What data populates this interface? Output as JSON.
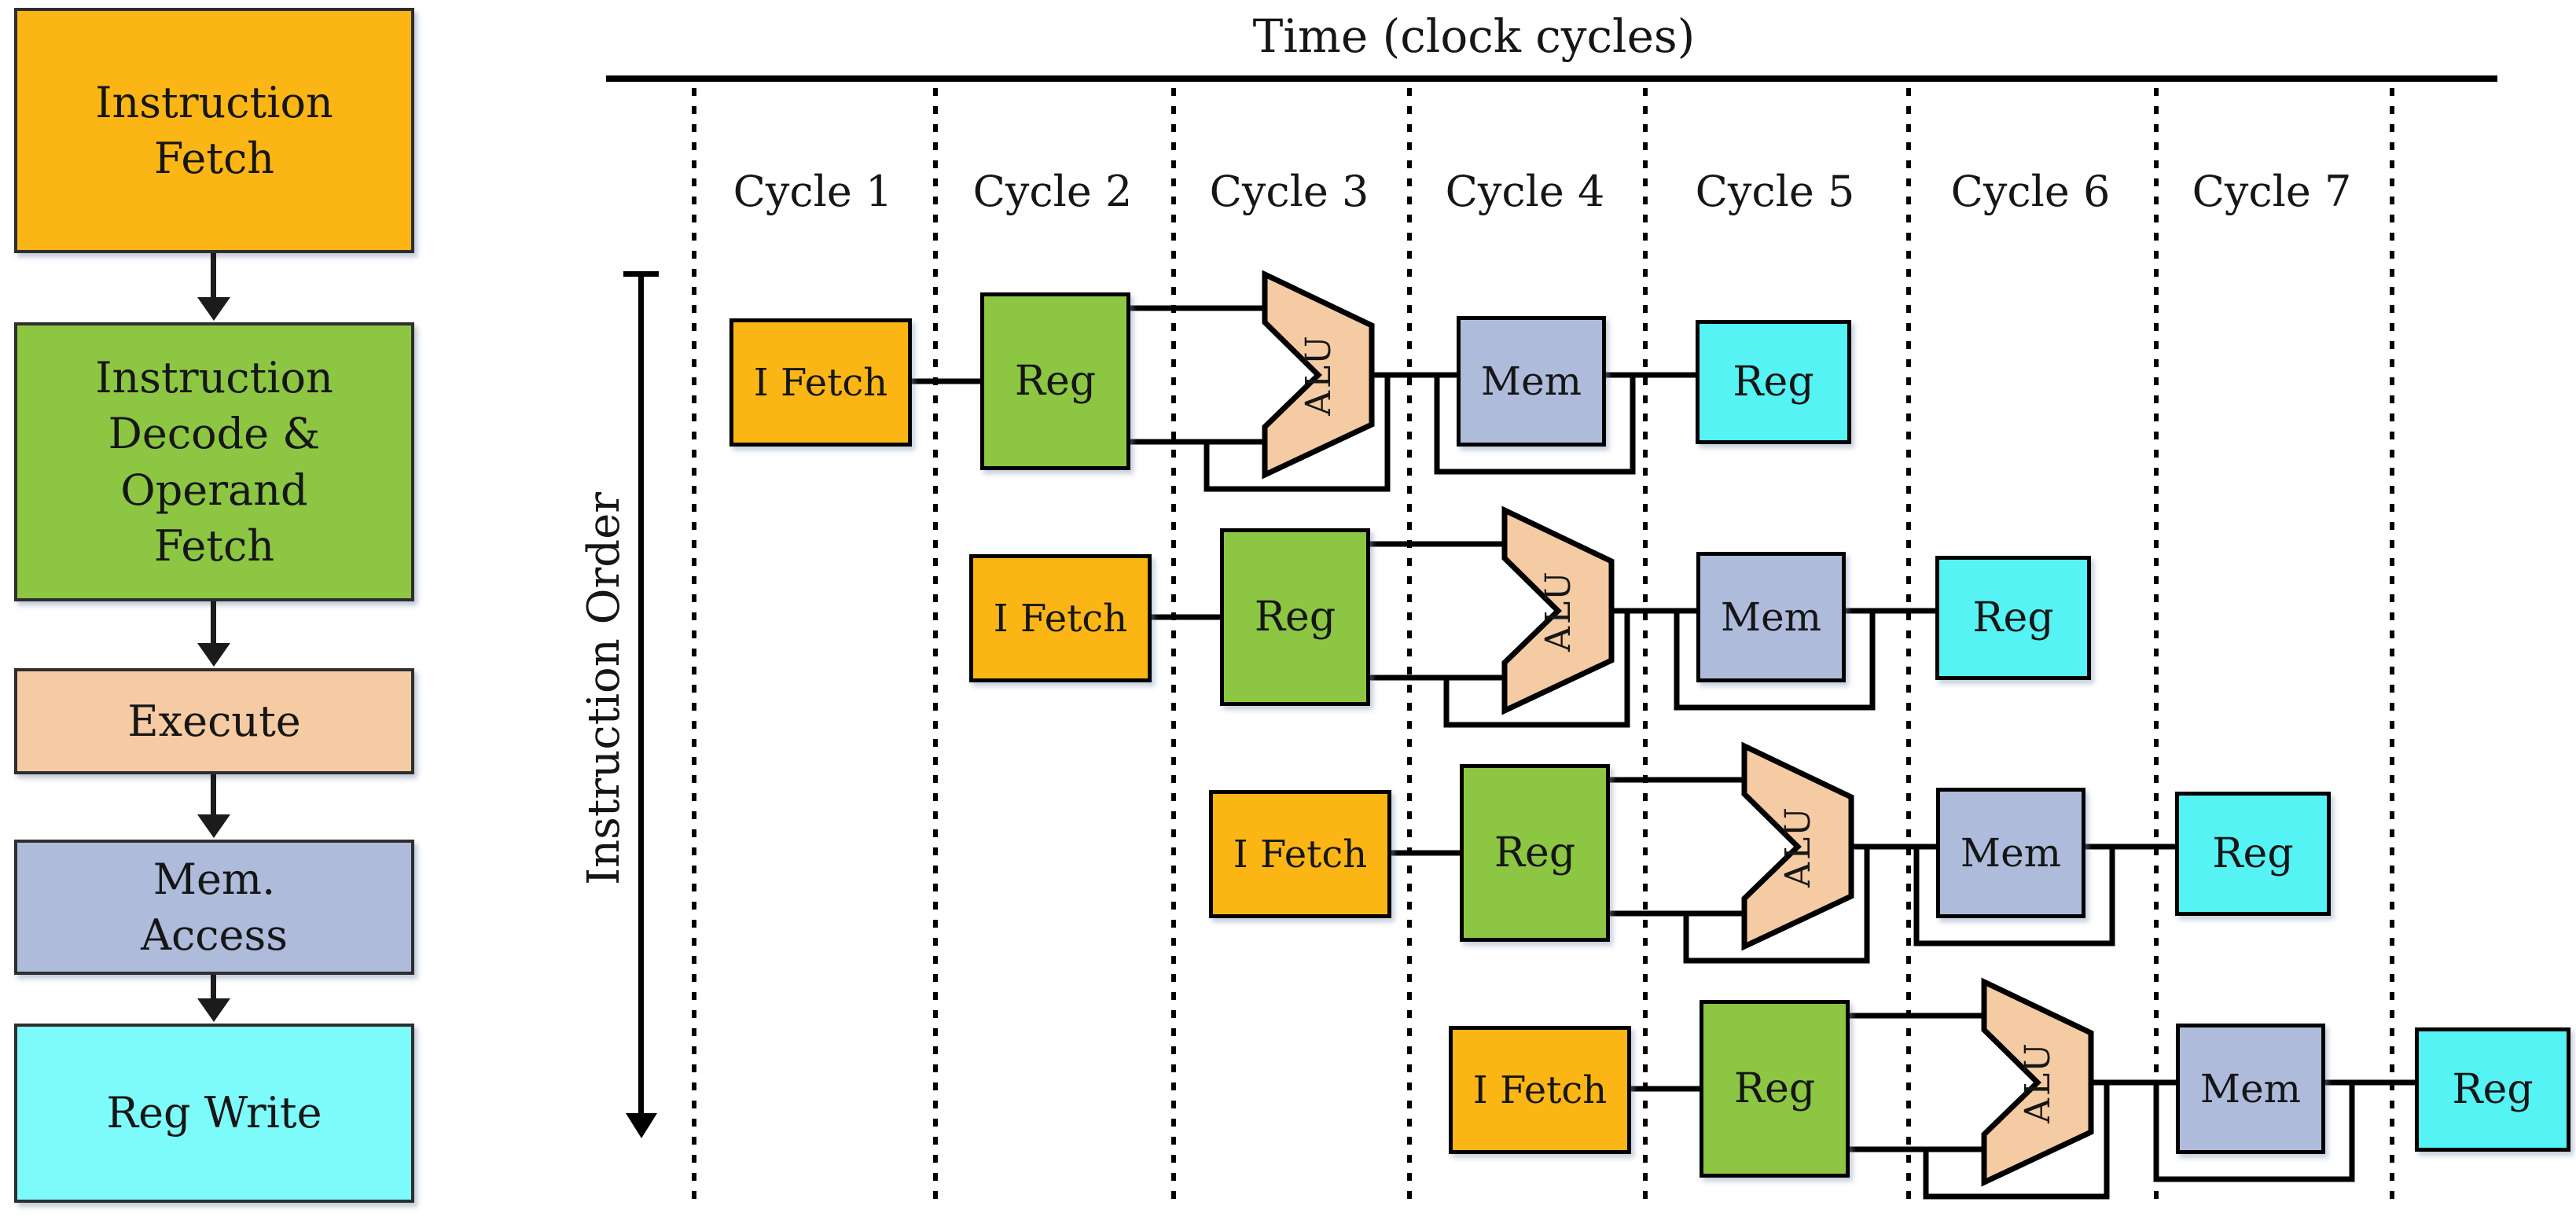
{
  "colors": {
    "orange": "#FBB615",
    "green": "#8CC642",
    "peach": "#F5CBA3",
    "blue_gray": "#AEBBDB",
    "cyan_light": "#7DFBFB",
    "cyan": "#55F3F3",
    "ink": "#000000"
  },
  "left_flowchart": {
    "stages": [
      {
        "label": "Instruction\nFetch",
        "color": "#FBB615"
      },
      {
        "label": "Instruction\nDecode &\nOperand\nFetch",
        "color": "#8CC642"
      },
      {
        "label": "Execute",
        "color": "#F5CBA3"
      },
      {
        "label": "Mem.\nAccess",
        "color": "#AEBBDB"
      },
      {
        "label": "Reg Write",
        "color": "#7DFBFB"
      }
    ]
  },
  "timeline": {
    "title": "Time (clock cycles)",
    "cycles": [
      "Cycle 1",
      "Cycle 2",
      "Cycle 3",
      "Cycle 4",
      "Cycle 5",
      "Cycle 6",
      "Cycle 7"
    ],
    "order_label": "Instruction Order"
  },
  "pipeline": {
    "stage_colors": {
      "fetch": "#FBB615",
      "decode": "#8CC642",
      "execute": "#F5CBA3",
      "memory": "#AEBBDB",
      "writeback": "#55F3F3"
    },
    "rows": [
      {
        "stages": {
          "fetch": "I Fetch",
          "decode": "Reg",
          "execute": "ALU",
          "memory": "Mem",
          "writeback": "Reg"
        }
      },
      {
        "stages": {
          "fetch": "I Fetch",
          "decode": "Reg",
          "execute": "ALU",
          "memory": "Mem",
          "writeback": "Reg"
        }
      },
      {
        "stages": {
          "fetch": "I Fetch",
          "decode": "Reg",
          "execute": "ALU",
          "memory": "Mem",
          "writeback": "Reg"
        }
      },
      {
        "stages": {
          "fetch": "I Fetch",
          "decode": "Reg",
          "execute": "ALU",
          "memory": "Mem",
          "writeback": "Reg"
        }
      }
    ]
  }
}
